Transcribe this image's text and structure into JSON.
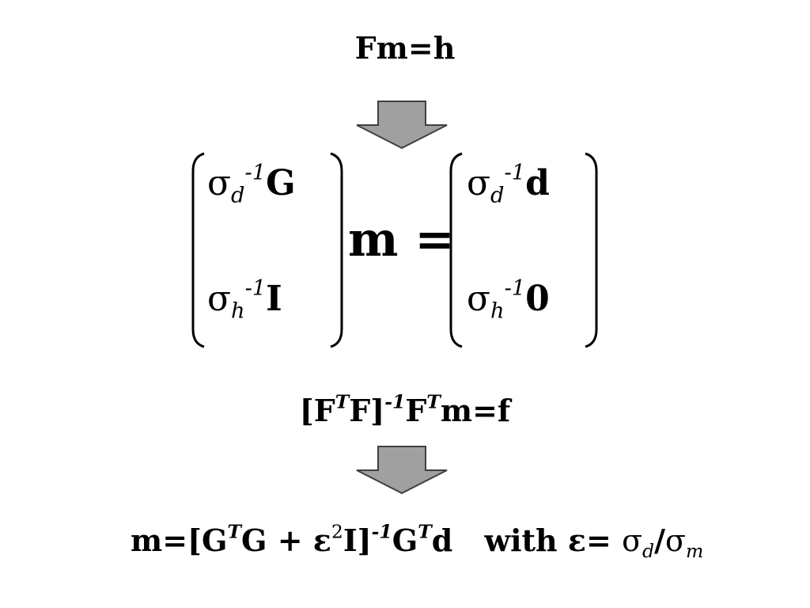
{
  "equations": {
    "top": {
      "text": "Fm=h"
    },
    "matrix": {
      "left": {
        "row1": {
          "sigma": "σ",
          "sub": "d",
          "sup": "-1",
          "sym": "G"
        },
        "row2": {
          "sigma": "σ",
          "sub": "h",
          "sup": "-1",
          "sym": "I"
        }
      },
      "middle": "m =",
      "right": {
        "row1": {
          "sigma": "σ",
          "sub": "d",
          "sup": "-1",
          "sym": "d"
        },
        "row2": {
          "sigma": "σ",
          "sub": "h",
          "sup": "-1",
          "sym": "0"
        }
      }
    },
    "middle": {
      "part1": "[F",
      "sup1": "T",
      "part2": "F]",
      "sup2": "-1",
      "part3": "F",
      "sup3": "T",
      "part4": "m=f"
    },
    "bottom": {
      "part1": "m=[G",
      "sup1": "T",
      "part2": "G + ε",
      "sup2": "2",
      "part3": "I]",
      "sup3": "-1",
      "part4": "G",
      "sup4": "T",
      "part5": "d",
      "with_label": "with ε=",
      "sigma1": "σ",
      "sub1": "d",
      "slash": "/",
      "sigma2": "σ",
      "sub2": "m"
    }
  },
  "icons": {
    "arrow": "down-arrow-icon",
    "arrow_fill": "#a0a0a0"
  }
}
